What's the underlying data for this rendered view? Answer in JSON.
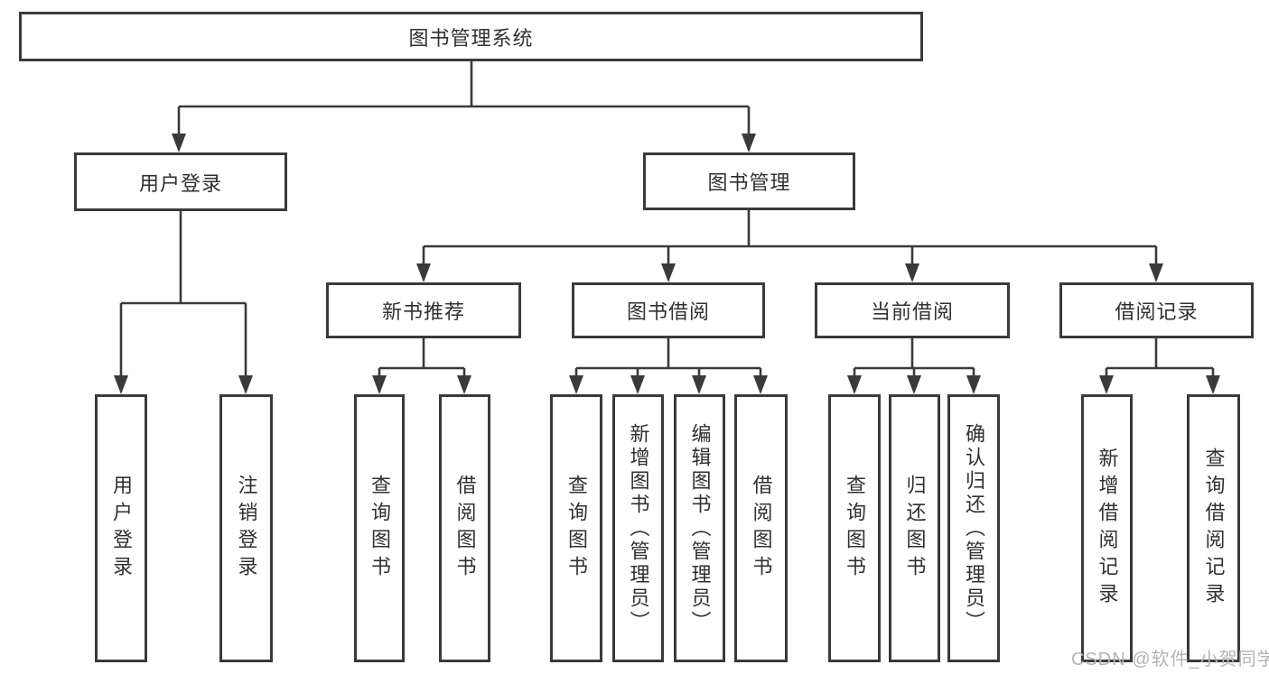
{
  "diagram": {
    "type": "hierarchical functional structure diagram",
    "colors": {
      "line": "#3a3a3a",
      "box_border": "#3a3a3a",
      "text": "#303030",
      "background": "#ffffff",
      "watermark": "#b4b4b4"
    }
  },
  "tree": {
    "root": {
      "label": "图书管理系统",
      "children": [
        {
          "label": "用户登录",
          "children": [
            {
              "label": "用户登录"
            },
            {
              "label": "注销登录"
            }
          ]
        },
        {
          "label": "图书管理",
          "children": [
            {
              "label": "新书推荐",
              "children": [
                {
                  "label": "查询图书"
                },
                {
                  "label": "借阅图书"
                }
              ]
            },
            {
              "label": "图书借阅",
              "children": [
                {
                  "label": "查询图书"
                },
                {
                  "label": "新增图书（管理员）"
                },
                {
                  "label": "编辑图书（管理员）"
                },
                {
                  "label": "借阅图书"
                }
              ]
            },
            {
              "label": "当前借阅",
              "children": [
                {
                  "label": "查询图书"
                },
                {
                  "label": "归还图书"
                },
                {
                  "label": "确认归还（管理员）"
                }
              ]
            },
            {
              "label": "借阅记录",
              "children": [
                {
                  "label": "新增借阅记录"
                },
                {
                  "label": "查询借阅记录"
                }
              ]
            }
          ]
        }
      ]
    }
  },
  "watermark": {
    "text": "CSDN @软件_小贺同学"
  }
}
